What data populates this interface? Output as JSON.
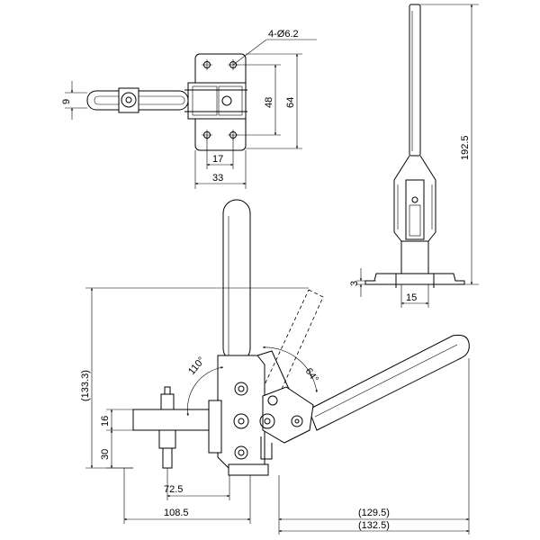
{
  "drawing": {
    "hole_callout": "4-Ø6.2",
    "top_view": {
      "dim_9": "9",
      "dim_48": "48",
      "dim_64": "64",
      "dim_17": "17",
      "dim_33": "33"
    },
    "side_view": {
      "dim_192_5": "192.5",
      "dim_3": "3",
      "dim_15": "15"
    },
    "front_view": {
      "dim_133_3": "(133.3)",
      "dim_16": "16",
      "dim_30": "30",
      "dim_72_5": "72.5",
      "dim_108_5": "108.5",
      "dim_129_5": "(129.5)",
      "dim_132_5": "(132.5)",
      "angle_110": "110°",
      "angle_64": "64°"
    }
  }
}
